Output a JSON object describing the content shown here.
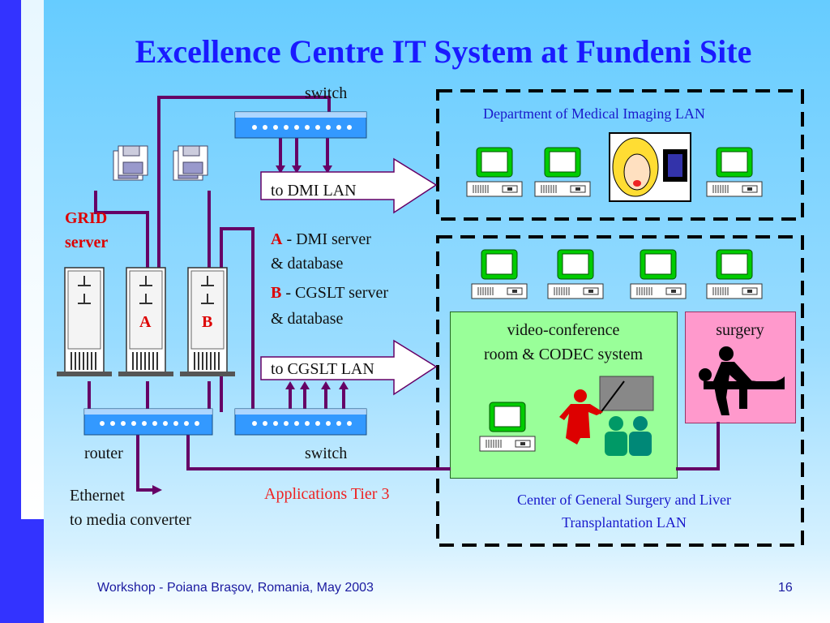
{
  "title": "Excellence Centre IT System at Fundeni Site",
  "labels": {
    "switch_top": "switch",
    "switch_bottom": "switch",
    "router": "router",
    "grid_server_1": "GRID",
    "grid_server_2": "server",
    "server_a": "A",
    "server_b": "B",
    "to_dmi_lan": "to DMI LAN",
    "to_cgslt_lan": "to CGSLT LAN",
    "legend_a_letter": "A",
    "legend_a_text1": " - DMI server",
    "legend_a_text2": "& database",
    "legend_b_letter": "B",
    "legend_b_text1": " - CGSLT server",
    "legend_b_text2": "& database",
    "ethernet_1": "Ethernet",
    "ethernet_2": "to media converter",
    "applications_tier": "Applications Tier 3",
    "dmi_lan": "Department of Medical Imaging LAN",
    "cgslt_lan_1": "Center of General Surgery and Liver",
    "cgslt_lan_2": "Transplantation LAN",
    "vc_room_1": "video-conference",
    "vc_room_2": "room & CODEC system",
    "surgery": "surgery"
  },
  "footer": {
    "left": "Workshop - Poiana Braşov, Romania, May 2003",
    "page": "16"
  },
  "colors": {
    "title": "#1a1aff",
    "wire": "#660066",
    "device_blue": "#3399ff",
    "monitor_green": "#00cc00",
    "vc_room": "#99ff99",
    "surgery_room": "#ff99cc",
    "legend_red": "#dd0000"
  }
}
